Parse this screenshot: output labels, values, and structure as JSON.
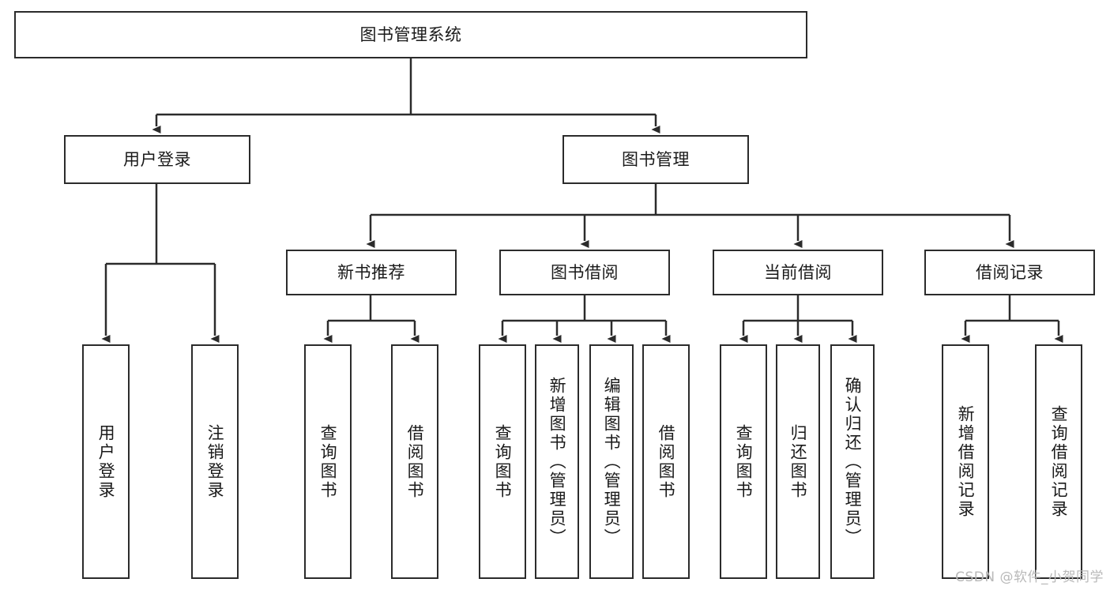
{
  "diagram": {
    "title": "图书管理系统",
    "type": "tree-structure-chart",
    "root": {
      "label": "图书管理系统"
    },
    "level1": [
      {
        "label": "用户登录"
      },
      {
        "label": "图书管理"
      }
    ],
    "level2": [
      {
        "label": "新书推荐"
      },
      {
        "label": "图书借阅"
      },
      {
        "label": "当前借阅"
      },
      {
        "label": "借阅记录"
      }
    ],
    "leaves": {
      "user_login": [
        {
          "label": "用户登录"
        },
        {
          "label": "注销登录"
        }
      ],
      "new_book_recommend": [
        {
          "label": "查询图书"
        },
        {
          "label": "借阅图书"
        }
      ],
      "book_borrow": [
        {
          "label": "查询图书"
        },
        {
          "label": "新增图书（管理员）"
        },
        {
          "label": "编辑图书（管理员）"
        },
        {
          "label": "借阅图书"
        }
      ],
      "current_borrow": [
        {
          "label": "查询图书"
        },
        {
          "label": "归还图书"
        },
        {
          "label": "确认归还（管理员）"
        }
      ],
      "borrow_records": [
        {
          "label": "新增借阅记录"
        },
        {
          "label": "查询借阅记录"
        }
      ]
    }
  },
  "watermark": {
    "text": "CSDN @软件_小贺同学"
  },
  "colors": {
    "stroke": "#2b2b2b",
    "background": "#ffffff",
    "text": "#1a1a1a",
    "watermark": "#b9b9b9"
  }
}
